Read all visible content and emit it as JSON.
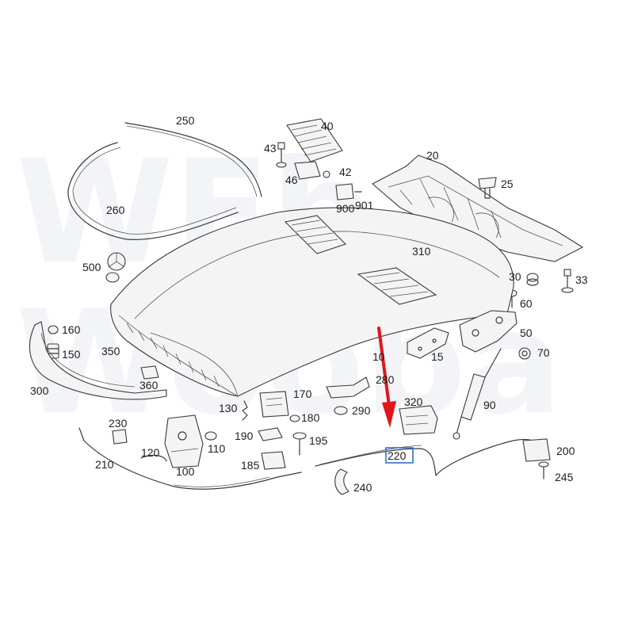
{
  "diagram": {
    "watermark_lines": [
      "WEb",
      "Wooba"
    ],
    "highlighted_part": "220",
    "accent_color": "#e0161a",
    "highlight_color": "#2f6fd1",
    "labels": {
      "p250": "250",
      "p260": "260",
      "p40": "40",
      "p43": "43",
      "p42": "42",
      "p46": "46",
      "p900": "900",
      "p901": "901",
      "p20": "20",
      "p25": "25",
      "p500": "500",
      "p310": "310",
      "p30": "30",
      "p33": "33",
      "p60": "60",
      "p160": "160",
      "p150": "150",
      "p350": "350",
      "p50": "50",
      "p10": "10",
      "p15": "15",
      "p70": "70",
      "p360": "360",
      "p280": "280",
      "p300": "300",
      "p170": "170",
      "p130": "130",
      "p320": "320",
      "p290": "290",
      "p90": "90",
      "p180": "180",
      "p230": "230",
      "p190": "190",
      "p195": "195",
      "p110": "110",
      "p120": "120",
      "p220": "220",
      "p200": "200",
      "p210": "210",
      "p185": "185",
      "p100": "100",
      "p240": "240",
      "p245": "245"
    }
  }
}
